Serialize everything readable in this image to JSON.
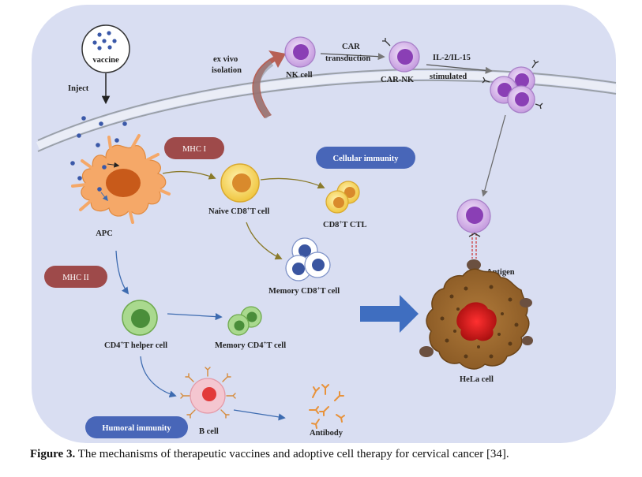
{
  "labels": {
    "vaccine": "vaccine",
    "inject": "Inject",
    "ex_vivo_1": "ex vivo",
    "ex_vivo_2": "isolation",
    "nk_cell": "NK cell",
    "car_1": "CAR",
    "car_2": "transduction",
    "car_nk": "CAR-NK",
    "il_1": "IL-2/IL-15",
    "il_2": "stimulated",
    "mhc1": "MHC I",
    "mhc2": "MHC II",
    "cellular_immunity": "Cellular immunity",
    "humoral_immunity": "Humoral immunity",
    "apc": "APC",
    "naive_cd8_pre": "Naive CD8",
    "naive_cd8_post": "T cell",
    "cd8_ctl_pre": "CD8",
    "cd8_ctl_post": "T CTL",
    "memory_cd8_pre": "Memory CD8",
    "memory_cd8_post": "T cell",
    "cd4_helper_pre": "CD4",
    "cd4_helper_post": "T helper cell",
    "memory_cd4_pre": "Memory CD4",
    "memory_cd4_post": "T cell",
    "b_cell": "B cell",
    "antibody": "Antibody",
    "antigen": "Antigen",
    "hela_cell": "HeLa cell",
    "sup_plus": "+"
  },
  "caption": {
    "label": "Figure 3.",
    "text": " The mechanisms of therapeutic vaccines and adoptive cell therapy for cervical cancer [34]."
  },
  "colors": {
    "background_panel": "#d9def2",
    "membrane_stroke": "#9aa0a8",
    "apc": "#f5a868",
    "apc_nucleus": "#c85a1a",
    "vaccine_dot": "#3a58a8",
    "mhc_pill": "#9e4a4a",
    "immunity_pill": "#4866b8",
    "naive_cd8": "#f6d65e",
    "naive_nucleus": "#d98a2c",
    "memory_cd8": "#3a55a0",
    "cd4": "#7fbf5c",
    "cd4_nucleus": "#4a8e3a",
    "nk_cell": "#c9a3e0",
    "nk_nucleus": "#8a3fb5",
    "b_cell": "#f4c6d0",
    "b_nucleus": "#e23a3a",
    "antibody": "#e8923a",
    "hela": "#9c6b33",
    "hela_nucleus": "#c41a1a",
    "big_arrow": "#3f6ec0"
  }
}
